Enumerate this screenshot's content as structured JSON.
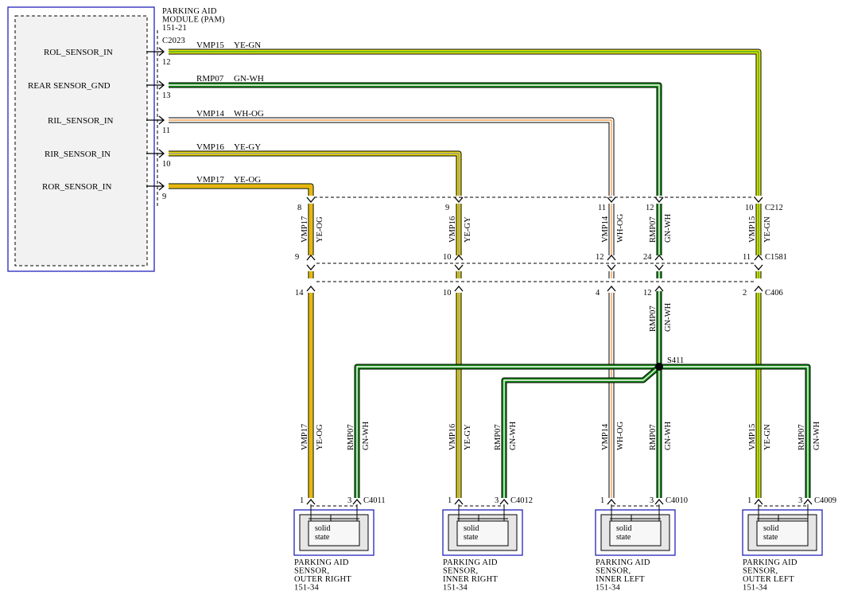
{
  "module": {
    "title_lines": [
      "PARKING AID",
      "MODULE (PAM)",
      "151-21"
    ],
    "connector": "C2023",
    "inputs": [
      {
        "name": "ROL_SENSOR_IN",
        "pin": "12",
        "circuit": "VMP15",
        "color": "YE-GN"
      },
      {
        "name": "REAR SENSOR_GND",
        "pin": "13",
        "circuit": "RMP07",
        "color": "GN-WH"
      },
      {
        "name": "RIL_SENSOR_IN",
        "pin": "11",
        "circuit": "VMP14",
        "color": "WH-OG"
      },
      {
        "name": "RIR_SENSOR_IN",
        "pin": "10",
        "circuit": "VMP16",
        "color": "YE-GY"
      },
      {
        "name": "ROR_SENSOR_IN",
        "pin": "9",
        "circuit": "VMP17",
        "color": "YE-OG"
      }
    ]
  },
  "connectors": {
    "c212": {
      "name": "C212",
      "pins": [
        "8",
        "9",
        "11",
        "12",
        "10"
      ]
    },
    "c1581": {
      "name": "C1581",
      "pins": [
        "9",
        "10",
        "12",
        "24",
        "11"
      ]
    },
    "c406": {
      "name": "C406",
      "pins": [
        "14",
        "10",
        "4",
        "12",
        "2"
      ]
    }
  },
  "upper_wires": [
    {
      "circuit": "VMP17",
      "color": "YE-OG"
    },
    {
      "circuit": "VMP16",
      "color": "YE-GY"
    },
    {
      "circuit": "VMP14",
      "color": "WH-OG"
    },
    {
      "circuit": "RMP07",
      "color": "GN-WH"
    },
    {
      "circuit": "VMP15",
      "color": "YE-GN"
    }
  ],
  "ground_trunk": {
    "circuit": "RMP07",
    "color": "GN-WH"
  },
  "splice": "S411",
  "sensors": [
    {
      "connector": "C4011",
      "sig_pin": "1",
      "gnd_pin": "3",
      "sig_circuit": "VMP17",
      "sig_color": "YE-OG",
      "gnd_circuit": "RMP07",
      "gnd_color": "GN-WH",
      "element": [
        "solid",
        "state"
      ],
      "caption": [
        "PARKING AID",
        "SENSOR,",
        "OUTER RIGHT",
        "151-34"
      ]
    },
    {
      "connector": "C4012",
      "sig_pin": "1",
      "gnd_pin": "3",
      "sig_circuit": "VMP16",
      "sig_color": "YE-GY",
      "gnd_circuit": "RMP07",
      "gnd_color": "GN-WH",
      "element": [
        "solid",
        "state"
      ],
      "caption": [
        "PARKING AID",
        "SENSOR,",
        "INNER RIGHT",
        "151-34"
      ]
    },
    {
      "connector": "C4010",
      "sig_pin": "1",
      "gnd_pin": "3",
      "sig_circuit": "VMP14",
      "sig_color": "WH-OG",
      "gnd_circuit": "RMP07",
      "gnd_color": "GN-WH",
      "element": [
        "solid",
        "state"
      ],
      "caption": [
        "PARKING AID",
        "SENSOR,",
        "INNER LEFT",
        "151-34"
      ]
    },
    {
      "connector": "C4009",
      "sig_pin": "1",
      "gnd_pin": "3",
      "sig_circuit": "VMP15",
      "sig_color": "YE-GN",
      "gnd_circuit": "RMP07",
      "gnd_color": "GN-WH",
      "element": [
        "solid",
        "state"
      ],
      "caption": [
        "PARKING AID",
        "SENSOR,",
        "OUTER LEFT",
        "151-34"
      ]
    }
  ],
  "wire_colors": {
    "YE-GN": [
      "#e8e800",
      "#4aa82a"
    ],
    "GN-WH": [
      "#158a15",
      "#ffffff"
    ],
    "WH-OG": [
      "#ffffff",
      "#f0a050"
    ],
    "YE-GY": [
      "#e8d800",
      "#9a9a9a"
    ],
    "YE-OG": [
      "#e8d000",
      "#f09a20"
    ]
  }
}
